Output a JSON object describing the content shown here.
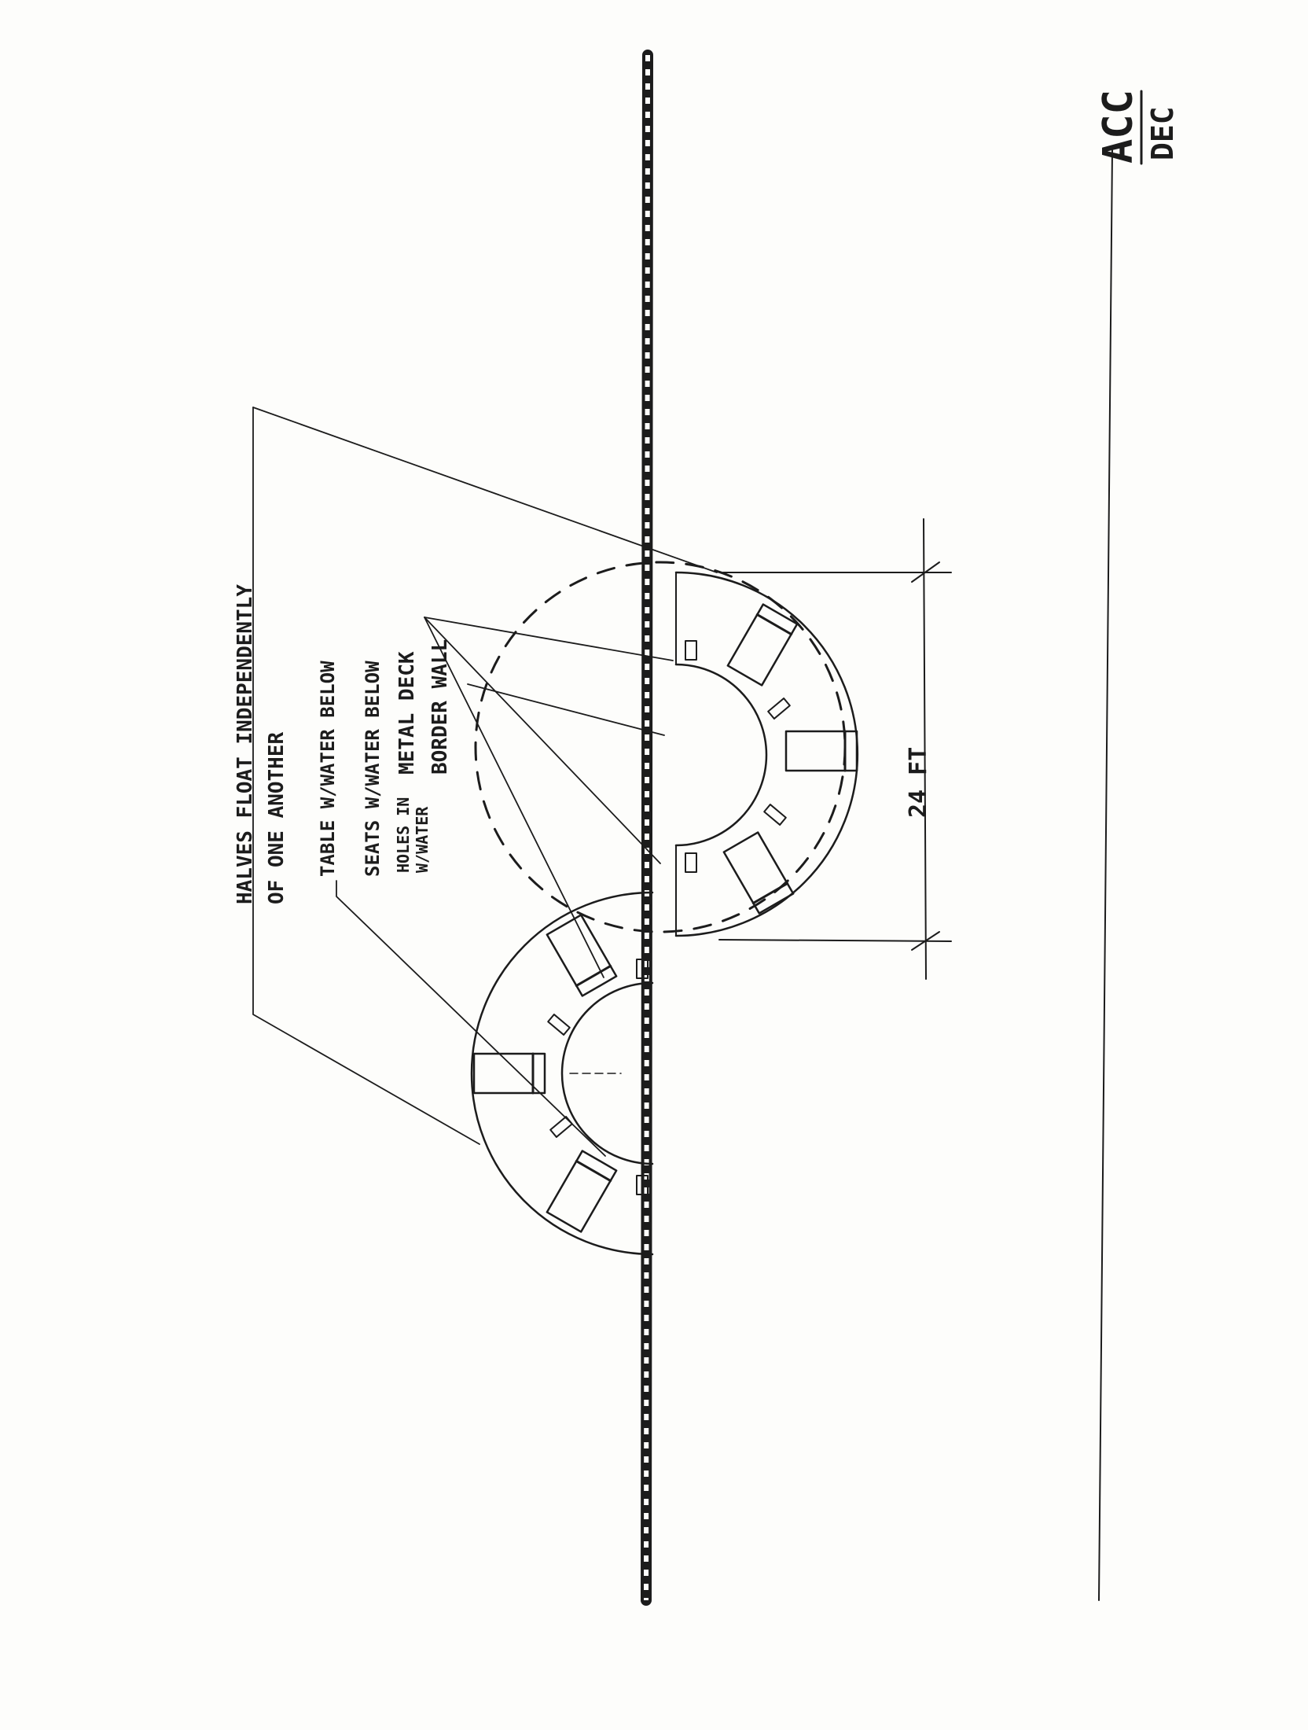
{
  "drawing": {
    "labels": {
      "halves": [
        "HALVES FLOAT INDEPENDENTLY",
        "OF ONE ANOTHER"
      ],
      "table": "TABLE W/WATER BELOW",
      "seats": "SEATS W/WATER BELOW",
      "holes": [
        "HOLES IN",
        "W/WATER",
        "METAL DECK",
        "BORDER WALL"
      ],
      "dimension": "24 FT"
    },
    "title_block": {
      "top": "ACC",
      "bottom": "DEC"
    }
  }
}
